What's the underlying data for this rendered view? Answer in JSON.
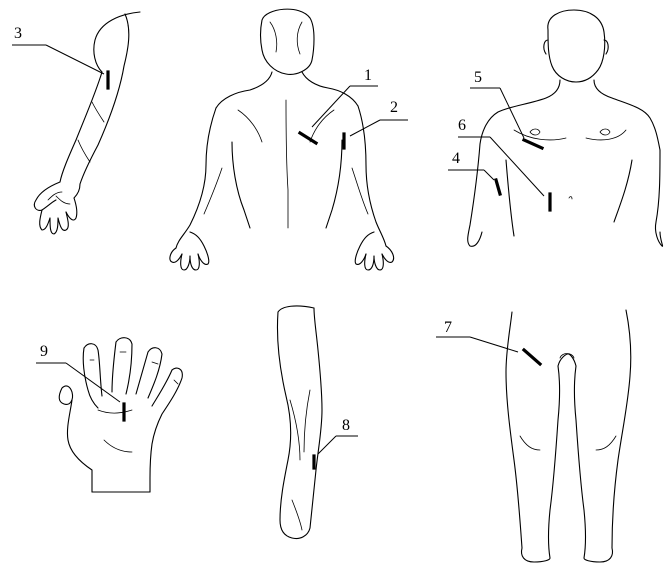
{
  "diagram": {
    "markers": [
      {
        "id": "m1",
        "label": "1"
      },
      {
        "id": "m2",
        "label": "2"
      },
      {
        "id": "m3",
        "label": "3"
      },
      {
        "id": "m4",
        "label": "4"
      },
      {
        "id": "m5",
        "label": "5"
      },
      {
        "id": "m6",
        "label": "6"
      },
      {
        "id": "m7",
        "label": "7"
      },
      {
        "id": "m8",
        "label": "8"
      },
      {
        "id": "m9",
        "label": "9"
      }
    ],
    "figures": [
      "arm-figure",
      "back-figure",
      "torso-front-figure",
      "hand-figure",
      "lower-leg-figure",
      "legs-front-figure"
    ],
    "line_color": "#000000",
    "background": "#ffffff"
  }
}
